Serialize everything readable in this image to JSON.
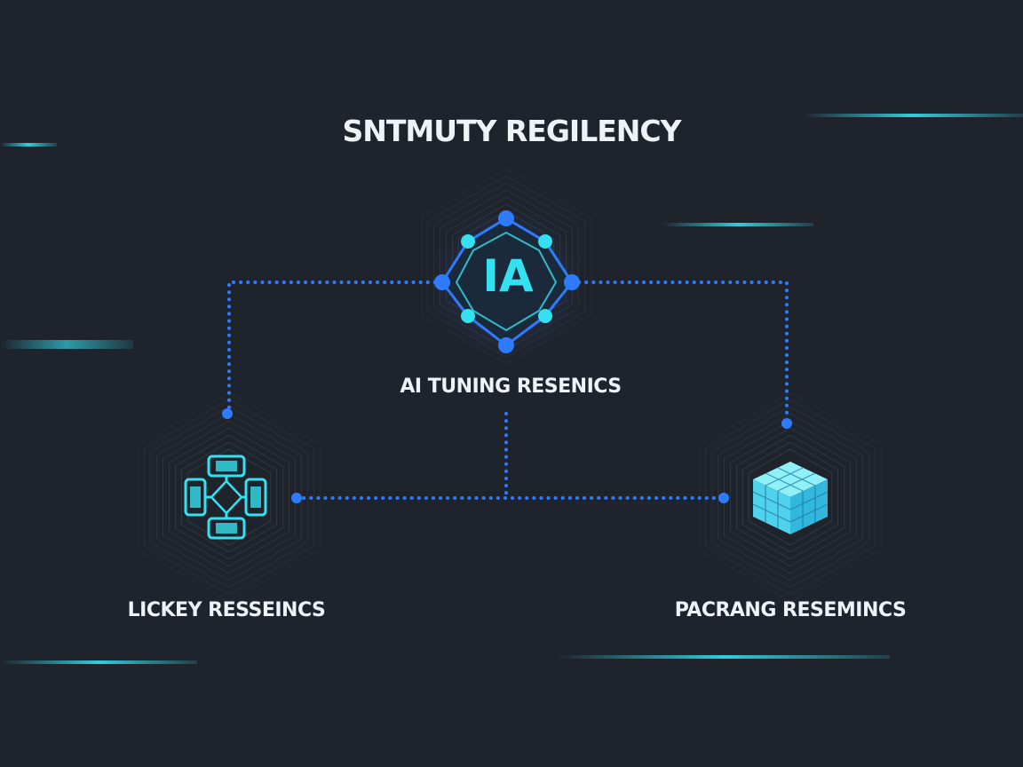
{
  "title": "SNTMUTY REGILENCY",
  "colors": {
    "background": "#1f232b",
    "accent_blue": "#2f7bff",
    "accent_cyan": "#35e0f0",
    "text": "#eef3f8"
  },
  "nodes": {
    "top": {
      "icon_text": "IA",
      "icon": "network-hub-icon",
      "label": "AI TUNING RESENICS"
    },
    "left": {
      "icon": "flowchart-icon",
      "label": "LICKEY RESSEINCS"
    },
    "right": {
      "icon": "cube-icon",
      "label": "PACRANG RESEMINCS"
    }
  }
}
